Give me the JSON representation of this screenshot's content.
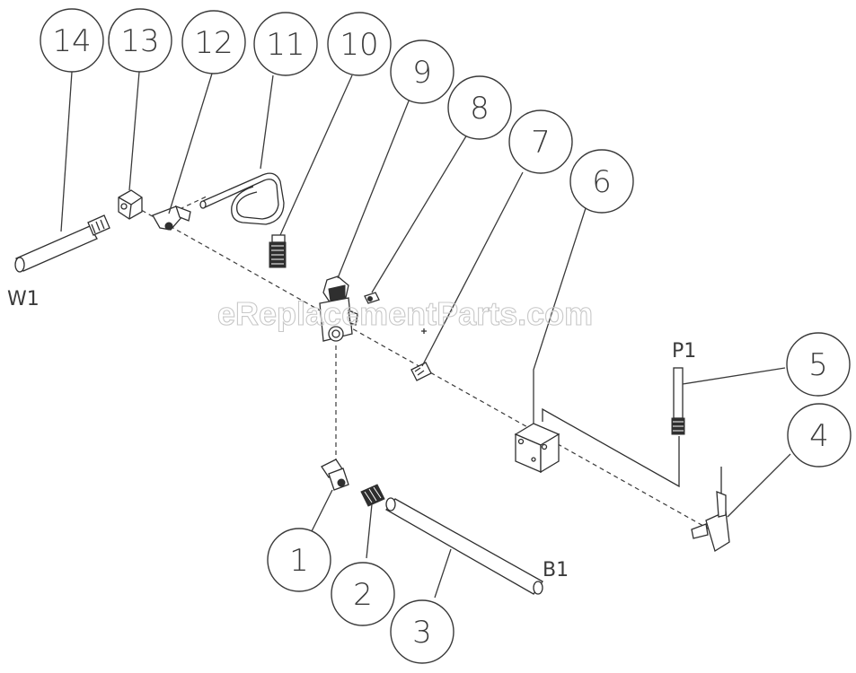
{
  "callouts": [
    {
      "id": "c14",
      "num": "14"
    },
    {
      "id": "c13",
      "num": "13"
    },
    {
      "id": "c12",
      "num": "12"
    },
    {
      "id": "c11",
      "num": "11"
    },
    {
      "id": "c10",
      "num": "10"
    },
    {
      "id": "c9",
      "num": "9"
    },
    {
      "id": "c8",
      "num": "8"
    },
    {
      "id": "c7",
      "num": "7"
    },
    {
      "id": "c6",
      "num": "6"
    },
    {
      "id": "c5",
      "num": "5"
    },
    {
      "id": "c4",
      "num": "4"
    },
    {
      "id": "c1",
      "num": "1"
    },
    {
      "id": "c2",
      "num": "2"
    },
    {
      "id": "c3",
      "num": "3"
    }
  ],
  "labels": {
    "w1": "W1",
    "p1": "P1",
    "b1": "B1"
  },
  "watermark": "eReplacementParts.com",
  "colors": {
    "line": "#3a3a3a",
    "part": "#2f2f2f",
    "watermark": "#c8c8c8",
    "background": "#ffffff"
  }
}
